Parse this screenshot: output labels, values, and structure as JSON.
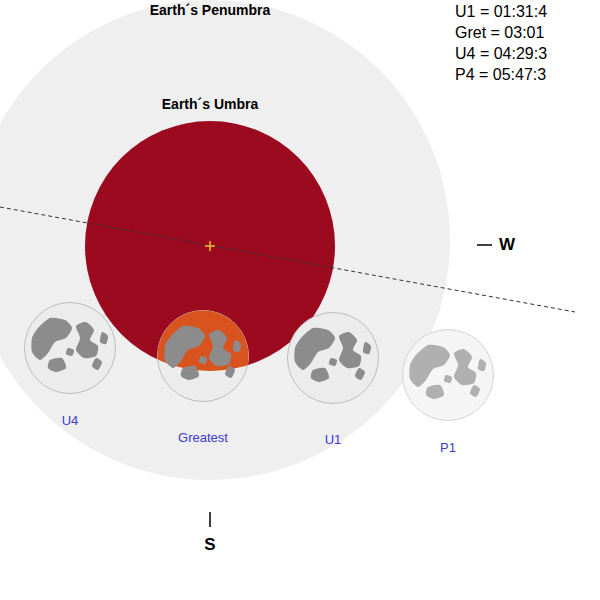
{
  "diagram": {
    "nodes": [
      {
        "text": [
          "Earth´s Penumbra"
        ]
      },
      {
        "text": [
          "Earth´s Umbra"
        ],
        "in": 0
      },
      {
        "text": [
          "U4"
        ],
        "in": 0
      },
      {
        "text": [
          "Greatest"
        ],
        "in": 0
      },
      {
        "text": [
          "U1"
        ],
        "in": 0
      },
      {
        "text": [
          "P1"
        ]
      }
    ],
    "labels": [
      "U1 = 01:31:4",
      "Gret = 03:01",
      "U4 = 04:29:3",
      "P4 = 05:47:3",
      "W",
      "S"
    ]
  }
}
